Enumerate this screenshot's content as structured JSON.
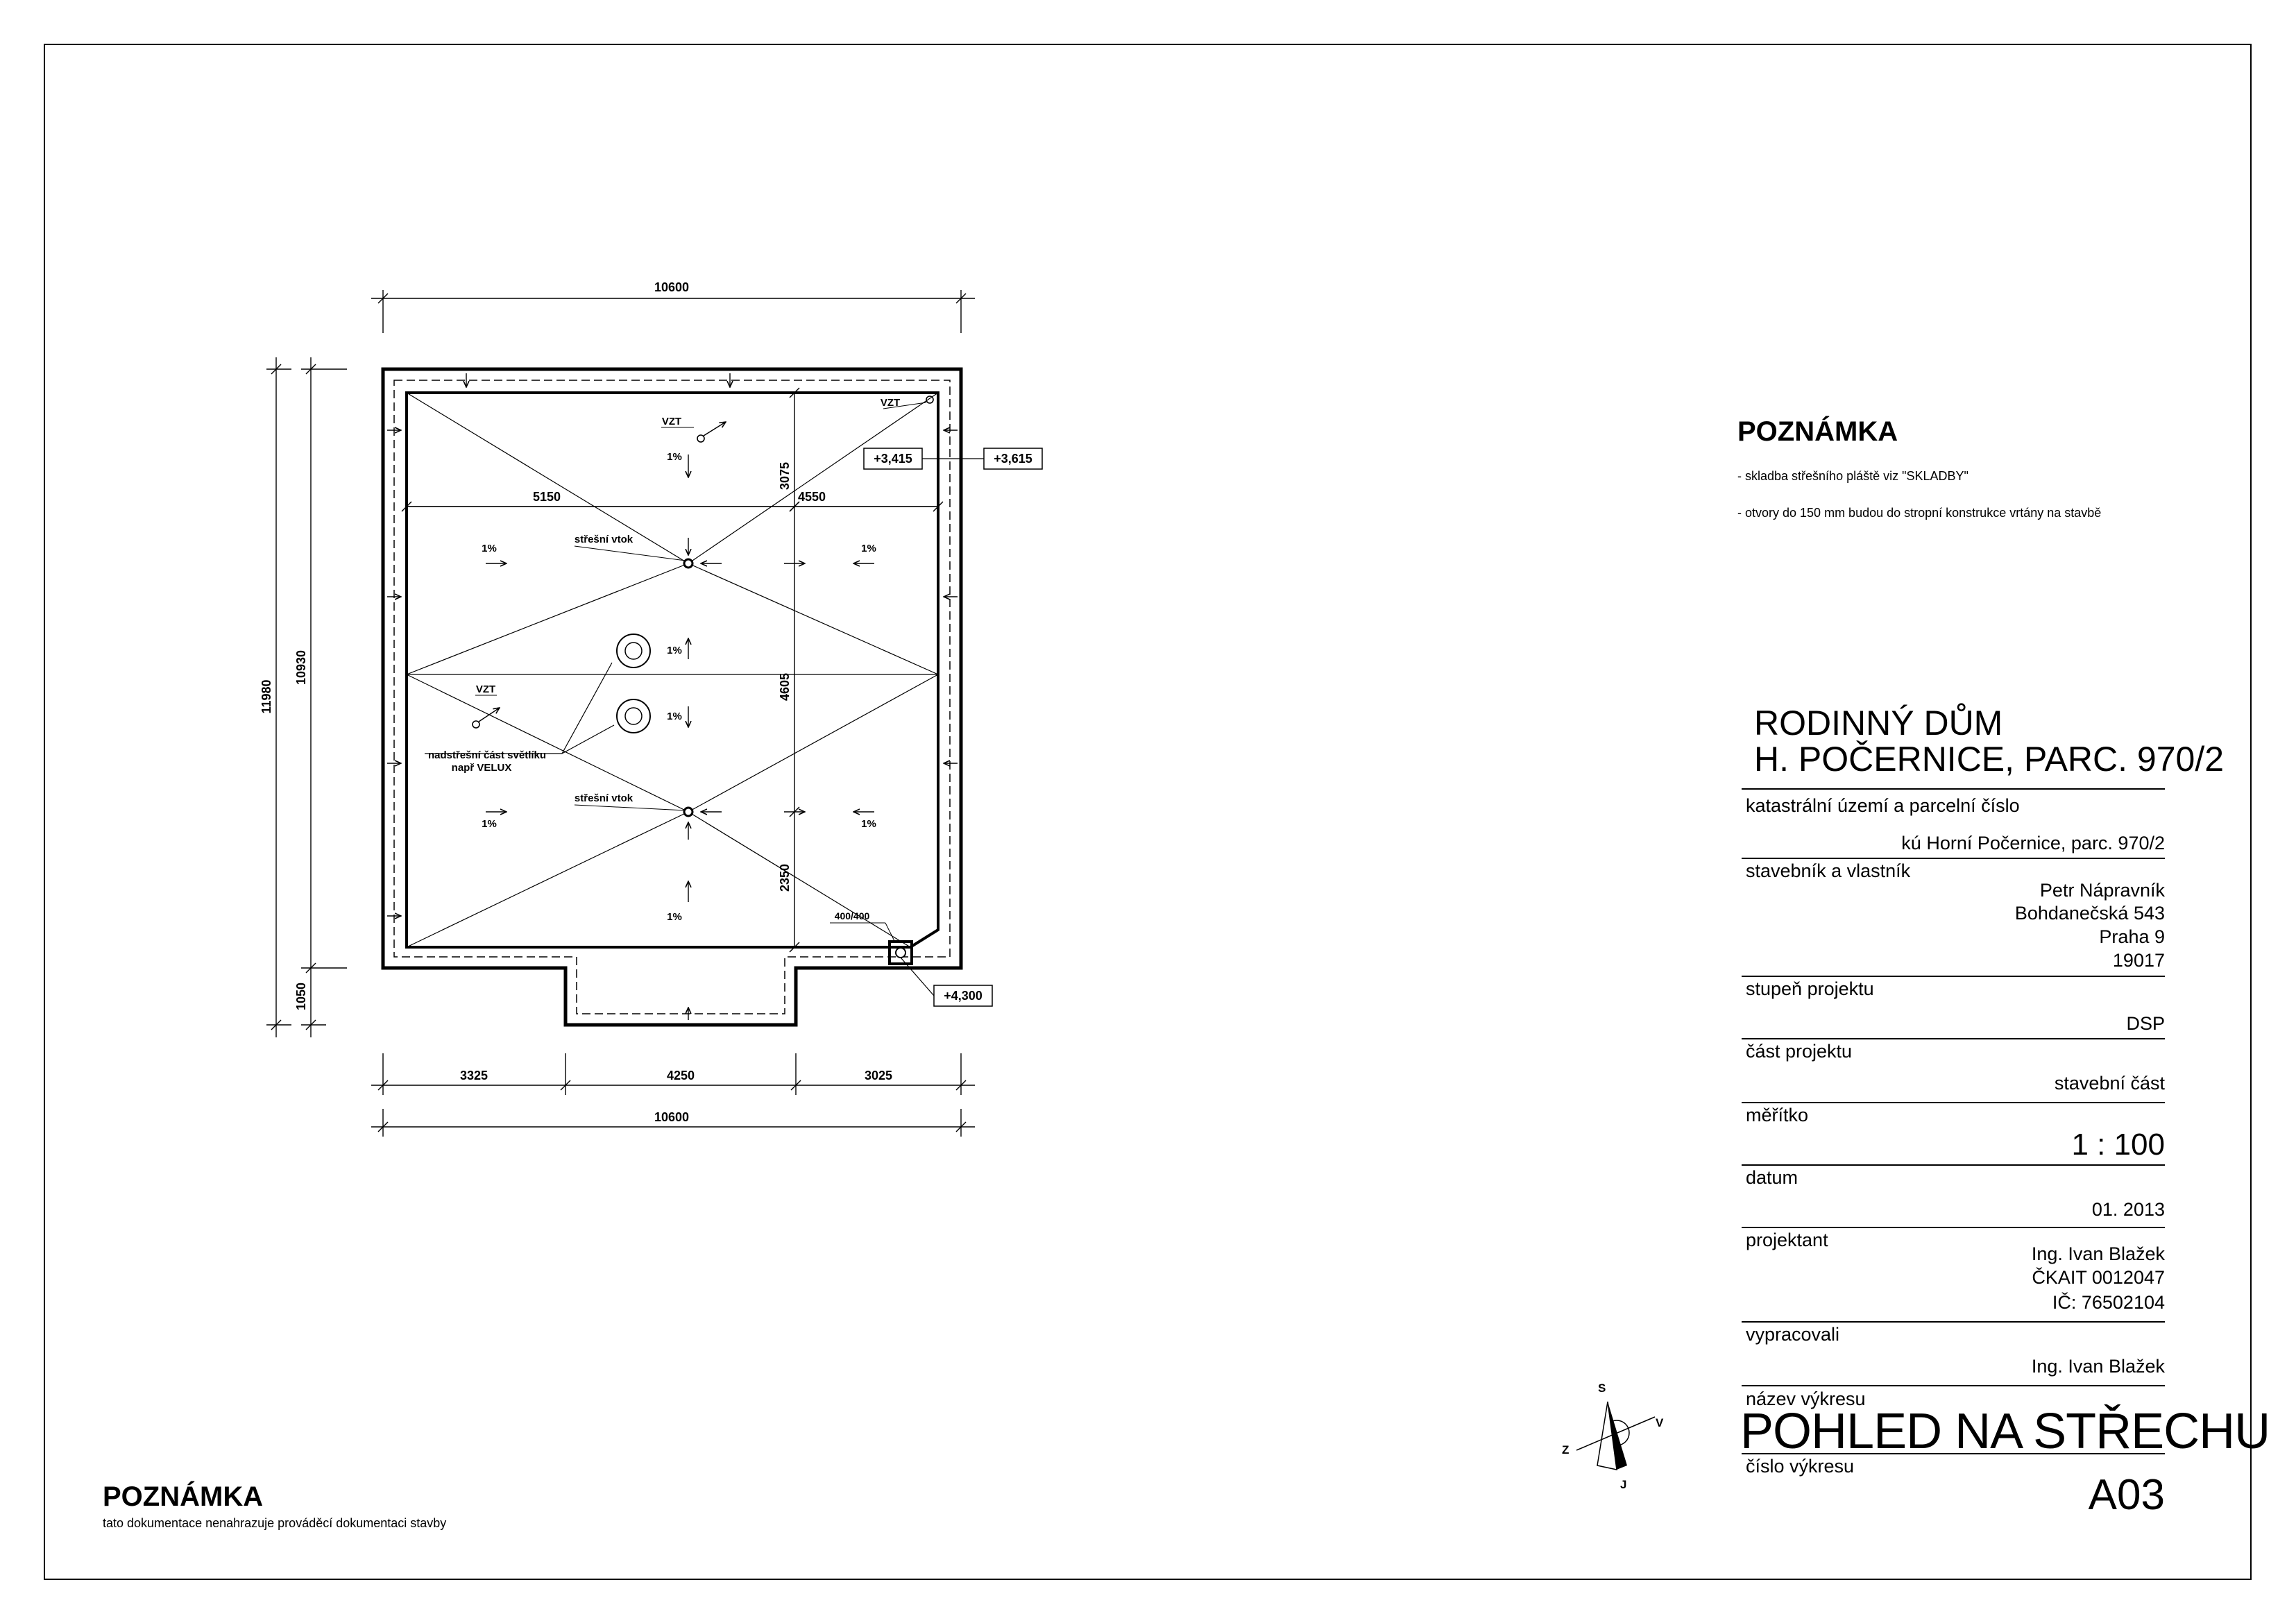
{
  "roof_plan": {
    "dim_top": "10600",
    "dim_bottom_total": "10600",
    "dim_bottom_segments": [
      "3325",
      "4250",
      "3025"
    ],
    "dim_left_outer": "11980",
    "dim_left_inner": "10930",
    "dim_left_lower": "1050",
    "dim_h_upper_left": "5150",
    "dim_h_upper_right": "4550",
    "dim_v_1": "3075",
    "dim_v_2": "4605",
    "dim_v_3": "2350",
    "elev_1": "+3,415",
    "elev_2": "+3,615",
    "elev_3": "+4,300",
    "vzt": "VZT",
    "slope": "1%",
    "roof_drain": "střešní vtok",
    "skylight_line1": "nadstřešní část světlíku",
    "skylight_line2": "např VELUX",
    "opening": "400/400"
  },
  "note_right": {
    "heading": "POZNÁMKA",
    "line1": "- skladba střešního pláště viz \"SKLADBY\"",
    "line2": "- otvory do 150 mm budou do stropní konstrukce vrtány na stavbě"
  },
  "note_bottom": {
    "heading": "POZNÁMKA",
    "text": "tato dokumentace nenahrazuje prováděcí dokumentaci stavby"
  },
  "compass": {
    "n": "S",
    "s": "J",
    "e": "V",
    "w": "Z"
  },
  "title_block": {
    "project_line1": "RODINNÝ DŮM",
    "project_line2": "H. POČERNICE, PARC. 970/2",
    "cadastre_label": "katastrální území a parcelní číslo",
    "cadastre_value": "kú Horní Počernice, parc. 970/2",
    "owner_label": "stavebník a vlastník",
    "owner_name": "Petr Nápravník",
    "owner_street": "Bohdanečská 543",
    "owner_city": "Praha 9",
    "owner_zip": "19017",
    "stage_label": "stupeň projektu",
    "stage_value": "DSP",
    "part_label": "část projektu",
    "part_value": "stavební část",
    "scale_label": "měřítko",
    "scale_value": "1 : 100",
    "date_label": "datum",
    "date_value": "01. 2013",
    "designer_label": "projektant",
    "designer_name": "Ing. Ivan Blažek",
    "designer_ckait": "ČKAIT 0012047",
    "designer_ic": "IČ: 76502104",
    "drawn_label": "vypracovali",
    "drawn_value": "Ing. Ivan Blažek",
    "drawing_name_label": "název výkresu",
    "drawing_name_value": "POHLED NA STŘECHU",
    "drawing_no_label": "číslo výkresu",
    "drawing_no_value": "A03"
  }
}
